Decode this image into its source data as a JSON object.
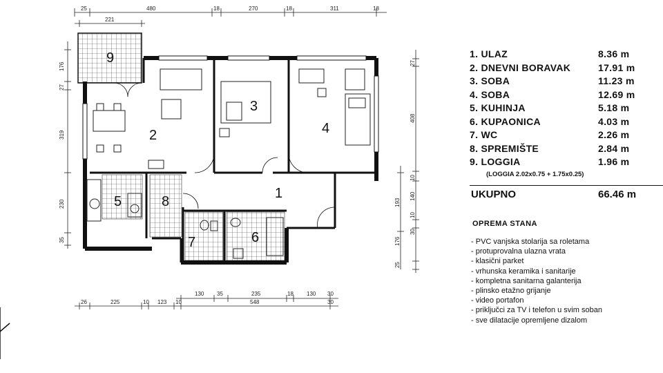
{
  "plan": {
    "room_numbers": [
      "1",
      "2",
      "3",
      "4",
      "5",
      "6",
      "7",
      "8",
      "9"
    ],
    "dims_top": [
      "25",
      "480",
      "18",
      "270",
      "18",
      "311",
      "18"
    ],
    "dims_top_sub": [
      "221"
    ],
    "dims_bottom_row1": [
      "130",
      "35",
      "235",
      "18",
      "130",
      "30"
    ],
    "dims_bottom_row2": [
      "26",
      "225",
      "10",
      "123",
      "10",
      "548",
      "30"
    ],
    "dims_left": [
      "176",
      "27",
      "319",
      "230",
      "35"
    ],
    "dims_right": [
      "27",
      "408",
      "10",
      "140",
      "10",
      "193",
      "30",
      "176",
      "25"
    ]
  },
  "rooms": [
    {
      "name": "1. ULAZ",
      "area": "8.36 m"
    },
    {
      "name": "2. DNEVNI BORAVAK",
      "area": "17.91 m"
    },
    {
      "name": "3. SOBA",
      "area": "11.23 m"
    },
    {
      "name": "4. SOBA",
      "area": "12.69 m"
    },
    {
      "name": "5. KUHINJA",
      "area": "5.18 m"
    },
    {
      "name": "6. KUPAONICA",
      "area": "4.03 m"
    },
    {
      "name": "7. WC",
      "area": "2.26 m"
    },
    {
      "name": "8. SPREMIŠTE",
      "area": "2.84 m"
    },
    {
      "name": "9. LOGGIA",
      "area": "1.96 m"
    }
  ],
  "loggia_note": "(LOGGIA 2.02x0.75 + 1.75x0.25)",
  "total": {
    "label": "UKUPNO",
    "value": "66.46 m"
  },
  "equipment": {
    "title": "OPREMA STANA",
    "items": [
      "PVC vanjska stolarija sa roletama",
      "protuprovalna ulazna vrata",
      "klasični parket",
      "vrhunska keramika i sanitarije",
      "kompletna sanitarna galanterija",
      "plinsko etažno grijanje",
      "video portafon",
      "priključci za TV i telefon u svim soban",
      "sve dilatacije opremljene dizalom"
    ]
  }
}
